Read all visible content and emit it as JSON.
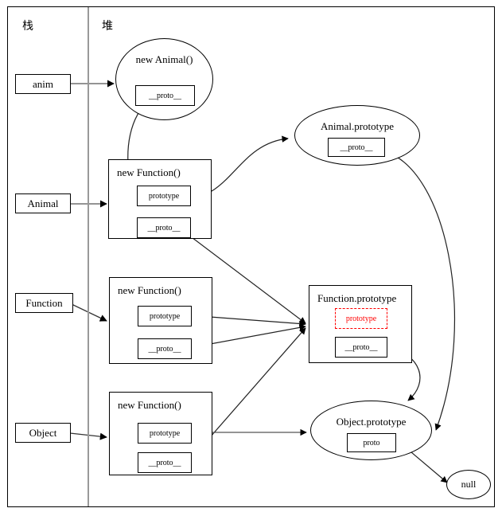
{
  "diagram": {
    "title": "JavaScript prototype chain diagram",
    "regions": [
      {
        "id": "stack",
        "label": "栈"
      },
      {
        "id": "heap",
        "label": "堆"
      }
    ],
    "colors": {
      "stroke": "#000000",
      "background": "#ffffff",
      "divider": "#999999",
      "highlight": "#ff0000"
    },
    "stack_variables": [
      {
        "id": "anim",
        "label": "anim"
      },
      {
        "id": "animal",
        "label": "Animal"
      },
      {
        "id": "function",
        "label": "Function"
      },
      {
        "id": "object",
        "label": "Object"
      }
    ],
    "heap_objects": [
      {
        "id": "new-animal-instance",
        "title": "new Animal()",
        "shape": "ellipse",
        "slots": [
          {
            "id": "anim-proto",
            "label": "__proto__",
            "style": "solid"
          }
        ]
      },
      {
        "id": "animal-function",
        "title": "new Function()",
        "shape": "rect",
        "slots": [
          {
            "id": "animal-prototype-slot",
            "label": "prototype",
            "style": "solid"
          },
          {
            "id": "animal-proto-slot",
            "label": "__proto__",
            "style": "solid"
          }
        ]
      },
      {
        "id": "function-function",
        "title": "new Function()",
        "shape": "rect",
        "slots": [
          {
            "id": "function-prototype-slot",
            "label": "prototype",
            "style": "solid"
          },
          {
            "id": "function-proto-slot",
            "label": "__proto__",
            "style": "solid"
          }
        ]
      },
      {
        "id": "object-function",
        "title": "new Function()",
        "shape": "rect",
        "slots": [
          {
            "id": "object-prototype-slot",
            "label": "prototype",
            "style": "solid"
          },
          {
            "id": "object-proto-slot",
            "label": "__proto__",
            "style": "solid"
          }
        ]
      },
      {
        "id": "animal-prototype",
        "title": "Animal.prototype",
        "shape": "ellipse",
        "slots": [
          {
            "id": "animal-prototype-proto",
            "label": "__proto__",
            "style": "solid"
          }
        ]
      },
      {
        "id": "function-prototype",
        "title": "Function.prototype",
        "shape": "rect",
        "slots": [
          {
            "id": "function-prototype-prototype",
            "label": "prototype",
            "style": "dashed-red"
          },
          {
            "id": "function-prototype-proto",
            "label": "__proto__",
            "style": "solid"
          }
        ]
      },
      {
        "id": "object-prototype",
        "title": "Object.prototype",
        "shape": "ellipse",
        "slots": [
          {
            "id": "object-prototype-proto",
            "label": "proto",
            "style": "solid"
          }
        ]
      },
      {
        "id": "null-node",
        "title": "null",
        "shape": "ellipse",
        "slots": []
      }
    ]
  }
}
